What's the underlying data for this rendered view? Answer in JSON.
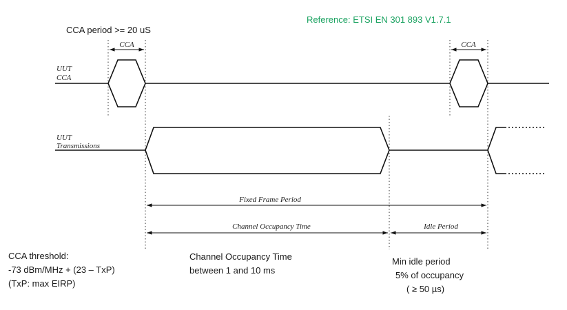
{
  "reference": "Reference:  ETSI  EN 301 893  V1.7.1",
  "cca_period_note": "CCA period >= 20 uS",
  "signals": {
    "uut_cca_line1": "UUT",
    "uut_cca_line2": "CCA",
    "uut_tx_line1": "UUT",
    "uut_tx_line2": "Transmissions"
  },
  "cca_labels": [
    "CCA",
    "CCA"
  ],
  "timing_labels": {
    "fixed_frame_period": "Fixed Frame Period",
    "channel_occupancy_time": "Channel Occupancy Time",
    "idle_period": "Idle Period"
  },
  "notes": {
    "cca_threshold": [
      "CCA threshold:",
      "-73 dBm/MHz + (23 – TxP)",
      "(TxP: max EIRP)"
    ],
    "cot": [
      "Channel Occupancy Time",
      "between 1 and 10 ms"
    ],
    "idle": [
      "Min idle period",
      "5% of occupancy",
      "( ≥ 50 µs)"
    ]
  }
}
